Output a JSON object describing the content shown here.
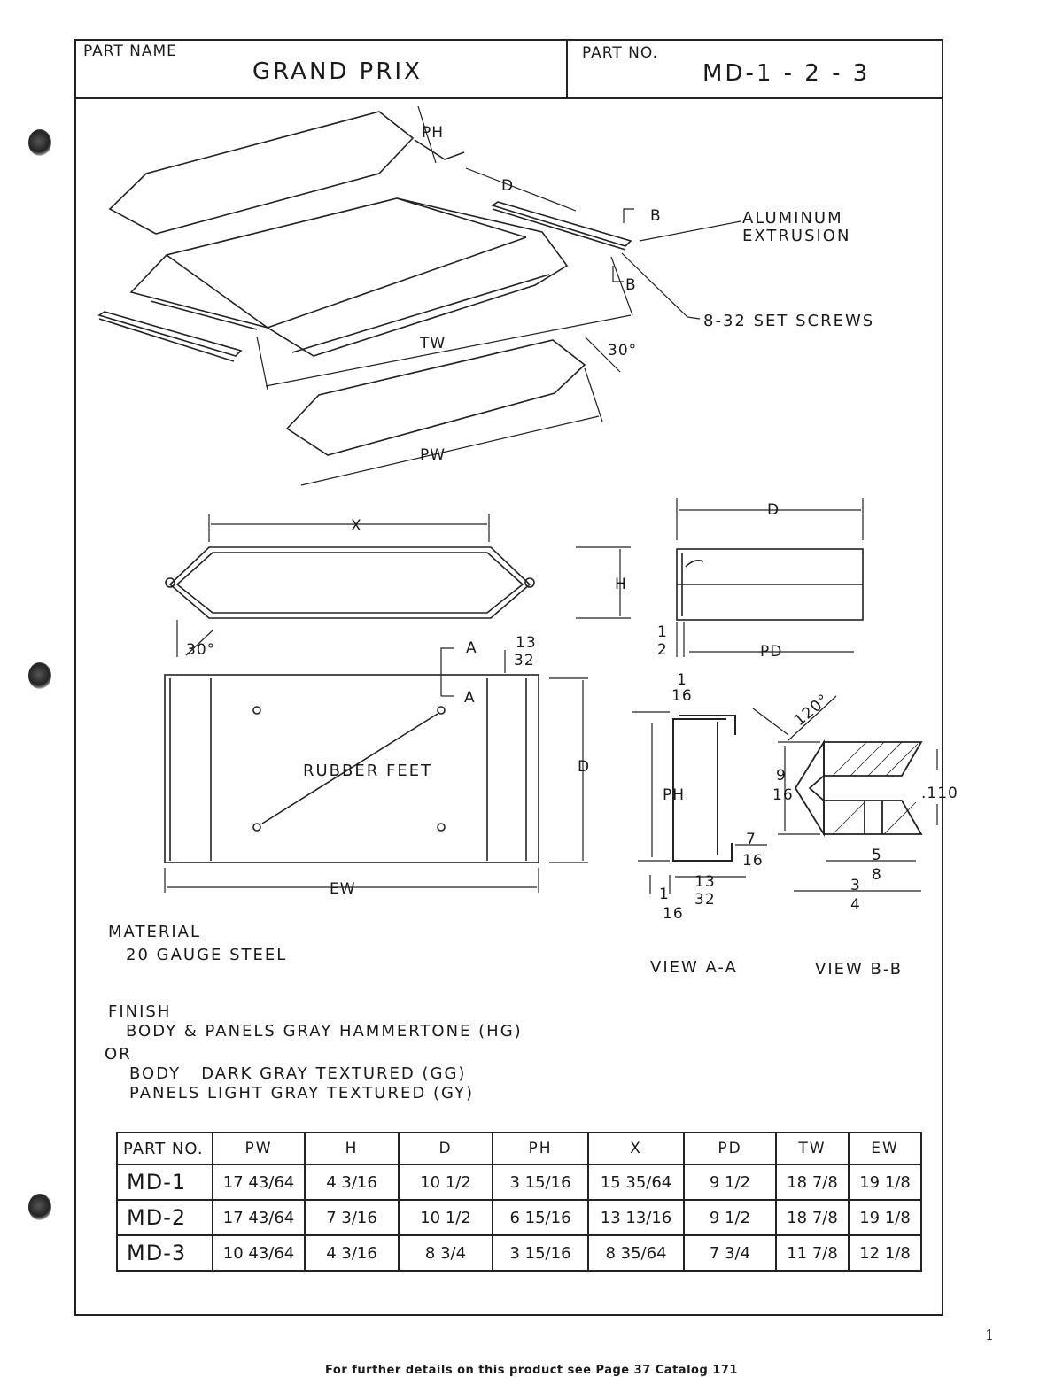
{
  "header": {
    "part_name_label": "PART NAME",
    "part_name": "GRAND PRIX",
    "part_no_label": "PART NO.",
    "part_no": "MD-1 - 2 - 3"
  },
  "iso_labels": {
    "ph": "PH",
    "d": "D",
    "b_top": "B",
    "b_bottom": "B",
    "aluminum": "ALUMINUM",
    "extrusion": "EXTRUSION",
    "set_screws": "8-32 SET SCREWS",
    "tw": "TW",
    "angle": "30°",
    "pw": "PW"
  },
  "front_view": {
    "x": "X",
    "h": "H",
    "angle": "30°"
  },
  "side_view": {
    "d": "D",
    "half_num": "1",
    "half_den": "2",
    "pd": "PD"
  },
  "plan_view": {
    "a_top": "A",
    "a_bottom": "A",
    "t13": "13",
    "t32": "32",
    "rubber_feet": "RUBBER FEET",
    "d": "D",
    "ew": "EW"
  },
  "view_aa": {
    "one_top": "1",
    "sixteen_top": "16",
    "ph": "PH",
    "seven": "7",
    "sixteen_r": "16",
    "thirteen": "13",
    "thirty_two": "32",
    "one_bot": "1",
    "sixteen_bot": "16",
    "caption": "VIEW A-A"
  },
  "view_bb": {
    "angle": "120°",
    "nine": "9",
    "sixteen": "16",
    "dot110": ".110",
    "five": "5",
    "eight": "8",
    "three": "3",
    "four": "4",
    "caption": "VIEW B-B"
  },
  "notes": {
    "material_label": "MATERIAL",
    "material": "20 GAUGE STEEL",
    "finish_label": "FINISH",
    "finish_1": "BODY & PANELS GRAY HAMMERTONE (HG)",
    "or": "OR",
    "finish_2": "BODY   DARK GRAY TEXTURED (GG)",
    "finish_3": "PANELS LIGHT GRAY TEXTURED (GY)"
  },
  "table": {
    "headers": [
      "PART NO.",
      "PW",
      "H",
      "D",
      "PH",
      "X",
      "PD",
      "TW",
      "EW"
    ],
    "rows": [
      [
        "MD-1",
        "17 43/64",
        "4 3/16",
        "10 1/2",
        "3 15/16",
        "15 35/64",
        "9 1/2",
        "18 7/8",
        "19 1/8"
      ],
      [
        "MD-2",
        "17 43/64",
        "7 3/16",
        "10 1/2",
        "6 15/16",
        "13 13/16",
        "9 1/2",
        "18 7/8",
        "19 1/8"
      ],
      [
        "MD-3",
        "10 43/64",
        "4 3/16",
        "8 3/4",
        "3 15/16",
        "8 35/64",
        "7 3/4",
        "11 7/8",
        "12 1/8"
      ]
    ]
  },
  "footer": "For further details on this product see Page 37 Catalog 171",
  "page_number": "1"
}
